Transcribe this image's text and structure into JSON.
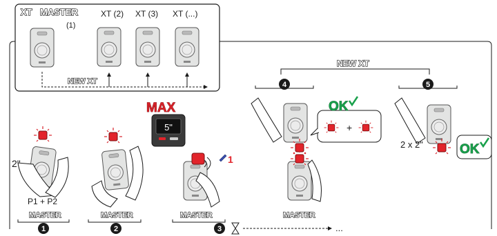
{
  "header": {
    "xt_label": "XT",
    "master_label": "MASTER",
    "master_note": "(1)",
    "remote_labels": [
      "XT (2)",
      "XT (3)",
      "XT (...)"
    ],
    "new_xt_label": "NEW XT"
  },
  "top_bracket": {
    "label": "NEW XT"
  },
  "steps": [
    {
      "number": "1",
      "caption": "MASTER",
      "press_time": "2\"",
      "buttons": "P1 + P2"
    },
    {
      "number": "2",
      "caption": "MASTER"
    },
    {
      "number": "3",
      "caption": "MASTER",
      "trail": "..."
    },
    {
      "number": "4",
      "caption": "MASTER",
      "ok": "OK",
      "plus": "+"
    },
    {
      "number": "5",
      "times": "2 x 2\"",
      "ok": "OK"
    }
  ],
  "timer": {
    "max_label": "MAX",
    "display": "5\""
  },
  "signal": {
    "label": "1"
  },
  "colors": {
    "led_red": "#e2242b",
    "ok_green": "#19a04b",
    "outline": "#1a1a1a",
    "remote_body": "#e3e4e3"
  }
}
